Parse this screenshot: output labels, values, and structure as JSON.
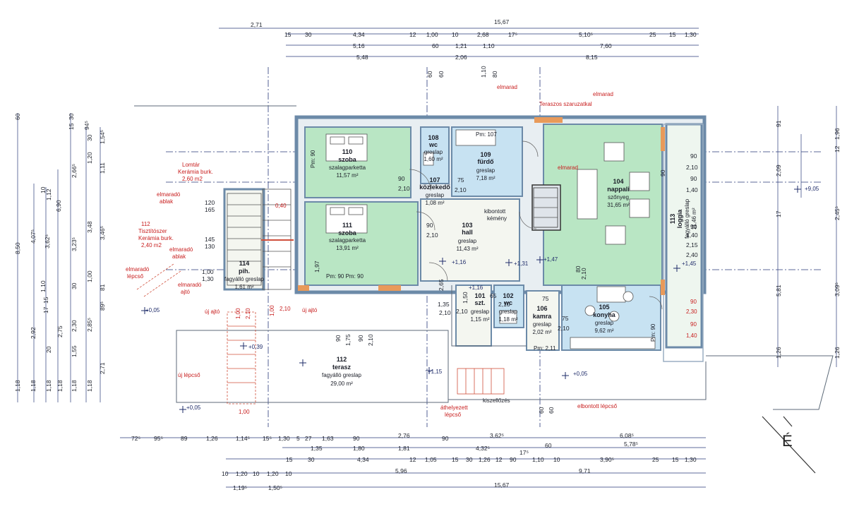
{
  "colors": {
    "room_fill": "#b9e6c4",
    "wet_fill": "#c7e2f2",
    "wall": "#6c8aa8",
    "dim_line": "#2a3a7a",
    "note": "#c81e1e",
    "wood": "#e89a5a",
    "paper": "#ffffff"
  },
  "top_dims": {
    "row1": [
      "2,71",
      "15,67"
    ],
    "row2": [
      "15",
      "30",
      "4,34",
      "12",
      "1,00",
      "10",
      "2,68",
      "17⁵",
      "5,10⁵",
      "25",
      "15",
      "1,30"
    ],
    "row3": [
      "5,16",
      "60",
      "1,21",
      "1,10",
      "7,60"
    ],
    "row4": [
      "5,48",
      "2,06",
      "8,15"
    ],
    "row5": [
      "60",
      "60",
      "1,10",
      "80"
    ]
  },
  "bottom_dims": {
    "row1": [
      "72⁵",
      "95⁵",
      "89",
      "1,26",
      "1,14⁵",
      "15⁵",
      "1,30",
      "5",
      "27",
      "1,63",
      "90",
      "2,76",
      "90",
      "3,62⁵",
      "6,08⁵"
    ],
    "row2": [
      "1,35",
      "1,80",
      "1,81",
      "4,32⁵",
      "60",
      "5,78⁵"
    ],
    "row3": [
      "15",
      "30",
      "4,34",
      "12",
      "1,05",
      "15",
      "30",
      "1,26",
      "12",
      "90",
      "1,10",
      "10",
      "17⁵",
      "3,90⁵",
      "25",
      "15",
      "1,30"
    ],
    "row4": [
      "10",
      "1,20",
      "10",
      "1,20",
      "10",
      "5,96",
      "9,71"
    ],
    "row5": [
      "1,19⁵",
      "1,50⁵",
      "15,67"
    ]
  },
  "left_dims": {
    "col1": [
      "60",
      "8,50",
      "1,18"
    ],
    "col2": [
      "4,07⁵",
      "2,92",
      "1,18"
    ],
    "col3": [
      "3,62⁵",
      "10",
      "1,12",
      "1,10",
      "15",
      "17",
      "20",
      "1,18"
    ],
    "col4": [
      "6,90",
      "2,75",
      "1,18"
    ],
    "col5": [
      "30",
      "15",
      "2,66⁵",
      "3,23⁵",
      "30",
      "2,30",
      "1,55",
      "1,18"
    ],
    "col6": [
      "30",
      "94⁵",
      "1,20",
      "3,48",
      "1,00",
      "2,85⁵",
      "1,18"
    ],
    "col7": [
      "1,54⁵",
      "1,11",
      "3,46⁵",
      "81",
      "89⁵",
      "2,71"
    ]
  },
  "right_dims": {
    "col1": [
      "91",
      "2,09",
      "17",
      "1,26"
    ],
    "col2": [
      "2,45⁵",
      "3,09⁵",
      "5,81"
    ],
    "col3": [
      "1,96",
      "12",
      "1,26"
    ]
  },
  "labels": {
    "pm90": "Pm: 90",
    "pm90_pair": "Pm: 90 Pm: 90",
    "pm107": "Pm: 107",
    "pm211": "Pm: 2,11",
    "pm90_k": "Pm: 90",
    "lvl_005": "+0,05",
    "lvl_039": "+0,39",
    "lvl_115": "+1,15",
    "lvl_116": "+1,16",
    "lvl_131": "+1,31",
    "lvl_147": "+1,47",
    "lvl_145": "+1,45",
    "lvl_005b": "+0,05",
    "lvl_005c": "+0,05",
    "lvl_905": "+9,05",
    "lvl_116b": "+1,16"
  },
  "rooms": [
    {
      "num": "110",
      "name": "szoba",
      "floor": "szalagparketta",
      "area": "11,57 m²"
    },
    {
      "num": "111",
      "name": "szoba",
      "floor": "szalagparketta",
      "area": "13,91 m²"
    },
    {
      "num": "108",
      "name": "wc",
      "floor": "greslap",
      "area": "1,60 m²"
    },
    {
      "num": "109",
      "name": "fürdő",
      "floor": "greslap",
      "area": "7,18 m²"
    },
    {
      "num": "107",
      "name": "közlekedő",
      "floor": "greslap",
      "area": "1,08 m²"
    },
    {
      "num": "103",
      "name": "hall",
      "floor": "greslap",
      "area": "11,43 m²"
    },
    {
      "num": "104",
      "name": "nappali",
      "floor": "szőnyeg",
      "area": "31,65 m²"
    },
    {
      "num": "113",
      "name": "loggia",
      "floor": "fagyálló greslap",
      "area": "11,46 m²"
    },
    {
      "num": "114",
      "name": "pih.",
      "floor": "fagyálló greslap",
      "area": "1,61 m²"
    },
    {
      "num": "101",
      "name": "szt.",
      "floor": "greslap",
      "area": "1,15 m²"
    },
    {
      "num": "102",
      "name": "wc",
      "floor": "greslap",
      "area": "1,18 m²"
    },
    {
      "num": "106",
      "name": "kamra",
      "floor": "greslap",
      "area": "2,02 m²"
    },
    {
      "num": "105",
      "name": "konyha",
      "floor": "greslap",
      "area": "9,62 m²"
    },
    {
      "num": "112",
      "name": "terasz",
      "floor": "fagyálló greslap",
      "area": "29,00 m²"
    }
  ],
  "notes": {
    "elmarad_top": "elmarad",
    "elmarad_living": "elmarad",
    "elmarad_right": "elmarad",
    "lomtar_1": "Lomtár",
    "lomtar_2": "Kerámia burk.",
    "lomtar_3": "2,60 m2",
    "ablak_1": "elmaradó",
    "ablak_2": "ablak",
    "tisztito_1": "112",
    "tisztito_2": "Tisztítószer",
    "tisztito_3": "Kerámia burk.",
    "tisztito_4": "2,40 m2",
    "ablak2_1": "elmaradó",
    "ablak2_2": "ablak",
    "lepcso_1": "elmaradó",
    "lepcso_2": "lépcső",
    "ajto_1": "elmaradó",
    "ajto_2": "ajtó",
    "uj_ajto_1": "új ajtó",
    "uj_ajto_2": "új ajtó",
    "uj_lepcso": "új lépcső",
    "athelyezett_1": "áthelyezett",
    "athelyezett_2": "lépcső",
    "kiszellozes": "kiszellőzés",
    "elbontott": "elbontott lépcső",
    "kibontott_1": "kibontott",
    "kibontott_2": "kémény",
    "top_small": "Teraszos szaruzatkal"
  },
  "openings": {
    "w1": "90",
    "w2": "2,10",
    "w3": "90",
    "w4": "2,10",
    "w5": "75",
    "w6": "2,10",
    "w7": "90",
    "w8": "2,10",
    "w9": "90",
    "w10": "1,40",
    "w11": "90",
    "w12": "1,40",
    "w13": "2,15",
    "w14": "2,40",
    "w15": "90",
    "w16": "2,30",
    "w17": "90",
    "w18": "1,40",
    "w19": "1,00",
    "w20": "2,10",
    "w21": "1,00",
    "w22": "2,10",
    "w23": "75",
    "w24": "2,10",
    "w25": "65",
    "w26": "2,10",
    "w27": "1,50",
    "w28": "2,10",
    "w29": "1,35",
    "w30": "2,10",
    "w31": "90",
    "w32": "1,75",
    "w33": "90",
    "w34": "2,10",
    "w35": "120",
    "w36": "165",
    "w37": "145",
    "w38": "130",
    "w39": "1,00",
    "w40": "1,30",
    "w41": "1,00",
    "w42": "60",
    "w43": "60",
    "w44": "2,65",
    "w45": "1,97",
    "w46": "0,40",
    "w47": "90",
    "w48": "75",
    "w49": "2,10",
    "w50": "80"
  },
  "compass": "É",
  "icons": [
    "compass-north-icon",
    "level-cross-icon",
    "door-swing-icon",
    "window-icon",
    "stair-icon",
    "furniture-icon"
  ]
}
